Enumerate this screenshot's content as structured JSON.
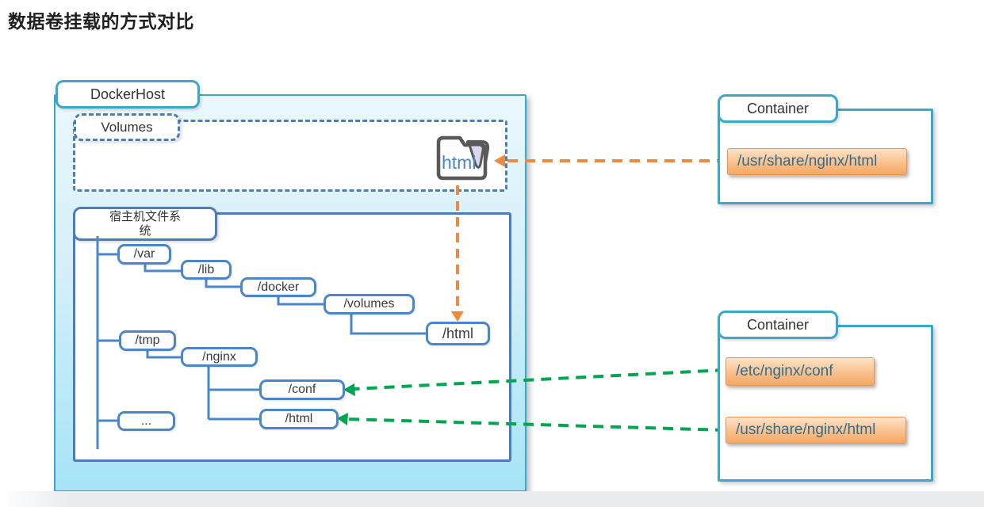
{
  "title": "数据卷挂载的方式对比",
  "docker_host": {
    "label": "DockerHost",
    "volumes": {
      "label": "Volumes",
      "folder_name": "html",
      "folder_icon": "folder-icon"
    },
    "filesystem": {
      "label_line1": "宿主机文件系",
      "label_line2": "统",
      "nodes": {
        "var": "/var",
        "lib": "/lib",
        "docker": "/docker",
        "volumes": "/volumes",
        "html_volume": "/html",
        "tmp": "/tmp",
        "nginx": "/nginx",
        "conf": "/conf",
        "html_nginx": "/html",
        "more": "..."
      }
    }
  },
  "containers": [
    {
      "label": "Container",
      "mounts": [
        "/usr/share/nginx/html"
      ]
    },
    {
      "label": "Container",
      "mounts": [
        "/etc/nginx/conf",
        "/usr/share/nginx/html"
      ]
    }
  ],
  "colors": {
    "accent_teal": "#3BA8C8",
    "accent_blue": "#4a86c8",
    "dashed_blue": "#4a7ebb",
    "arrow_orange": "#ED8A3C",
    "arrow_green": "#00A550",
    "mount_fill": "#F6A763",
    "host_fill_bottom": "#A6E4F7",
    "folder_text_blue": "#4a86c8"
  }
}
